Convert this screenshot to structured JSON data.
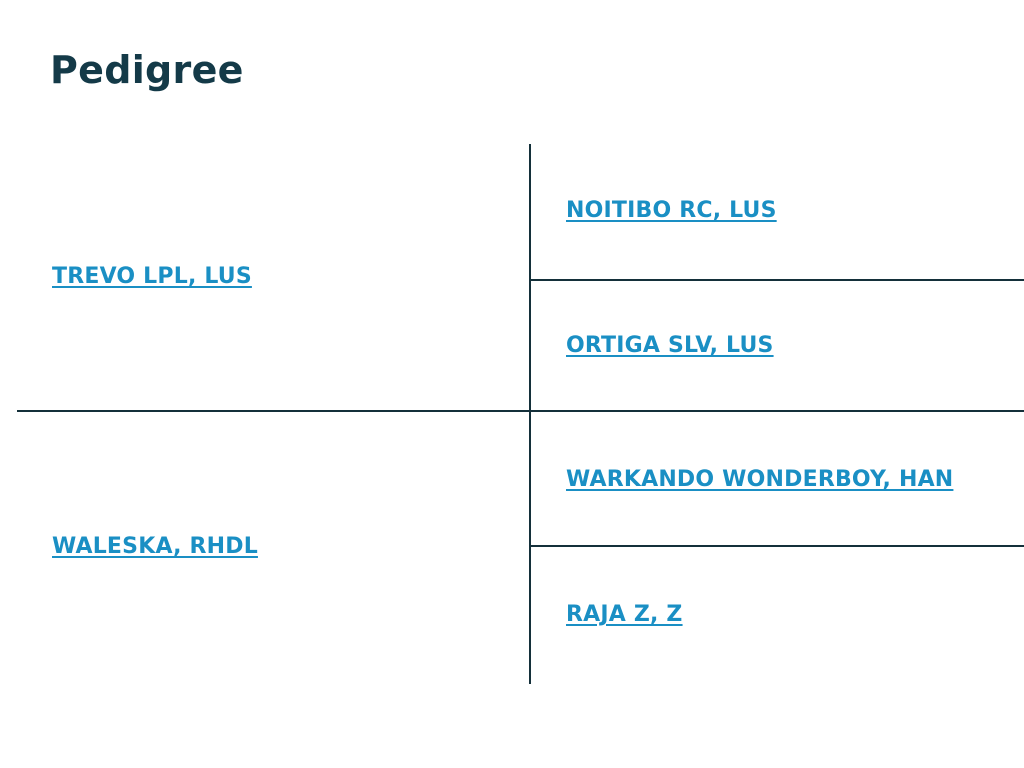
{
  "page": {
    "title": "Pedigree"
  },
  "pedigree": {
    "sire": {
      "name": "TREVO LPL, LUS",
      "sire": {
        "name": "NOITIBO RC, LUS"
      },
      "dam": {
        "name": "ORTIGA SLV, LUS"
      }
    },
    "dam": {
      "name": "WALESKA, RHDL",
      "sire": {
        "name": "WARKANDO WONDERBOY, HAN"
      },
      "dam": {
        "name": "RAJA Z, Z"
      }
    }
  },
  "colors": {
    "title": "#143a48",
    "link": "#1a8fc4",
    "divider": "#14303a"
  }
}
